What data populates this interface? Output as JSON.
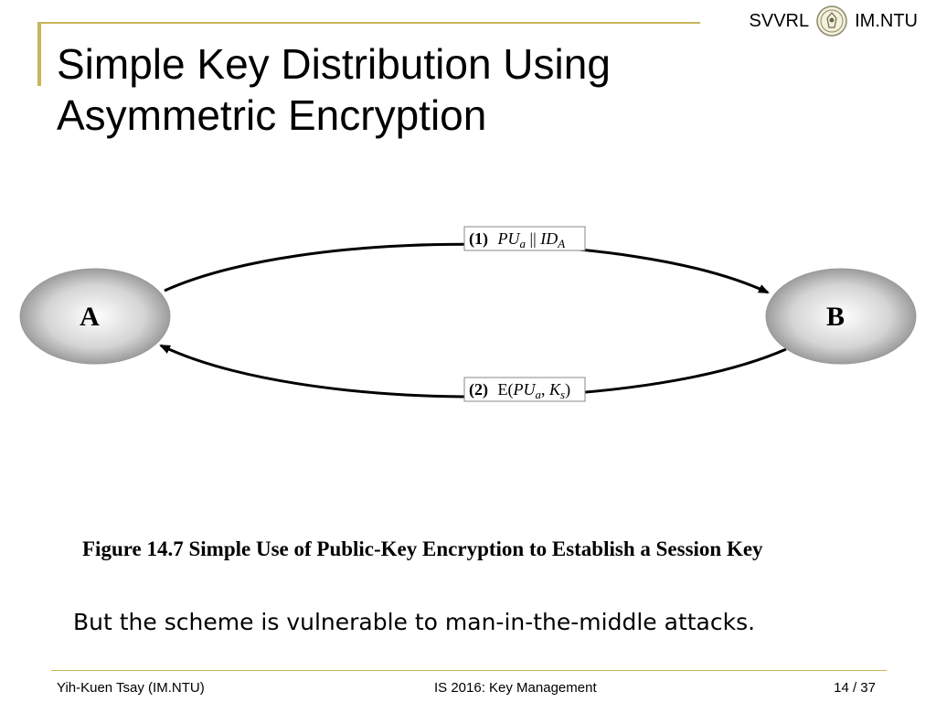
{
  "header": {
    "lab": "SVVRL",
    "org": "IM.NTU",
    "seal_icon": "university-seal-icon",
    "accent_color": "#c8b45a"
  },
  "slide": {
    "title_line1": "Simple Key Distribution Using",
    "title_line2": "Asymmetric Encryption",
    "note": "But the scheme is vulnerable to man-in-the-middle attacks."
  },
  "diagram": {
    "nodes": [
      {
        "label": "A"
      },
      {
        "label": "B"
      }
    ],
    "messages": [
      {
        "step": "(1)",
        "text": "PU",
        "sub1": "a",
        "sep": " || ",
        "text2": "ID",
        "sub2": "A",
        "direction": "A-to-B"
      },
      {
        "step": "(2)",
        "prefix": "E(",
        "text": "PU",
        "sub1": "a",
        "sep": ", ",
        "text2": "K",
        "sub2": "s",
        "suffix": ")",
        "direction": "B-to-A"
      }
    ],
    "caption": "Figure 14.7  Simple Use of Public-Key Encryption to Establish a Session Key"
  },
  "footer": {
    "author": "Yih-Kuen Tsay (IM.NTU)",
    "course": "IS 2016: Key Management",
    "page": "14",
    "total": "/ 37"
  }
}
